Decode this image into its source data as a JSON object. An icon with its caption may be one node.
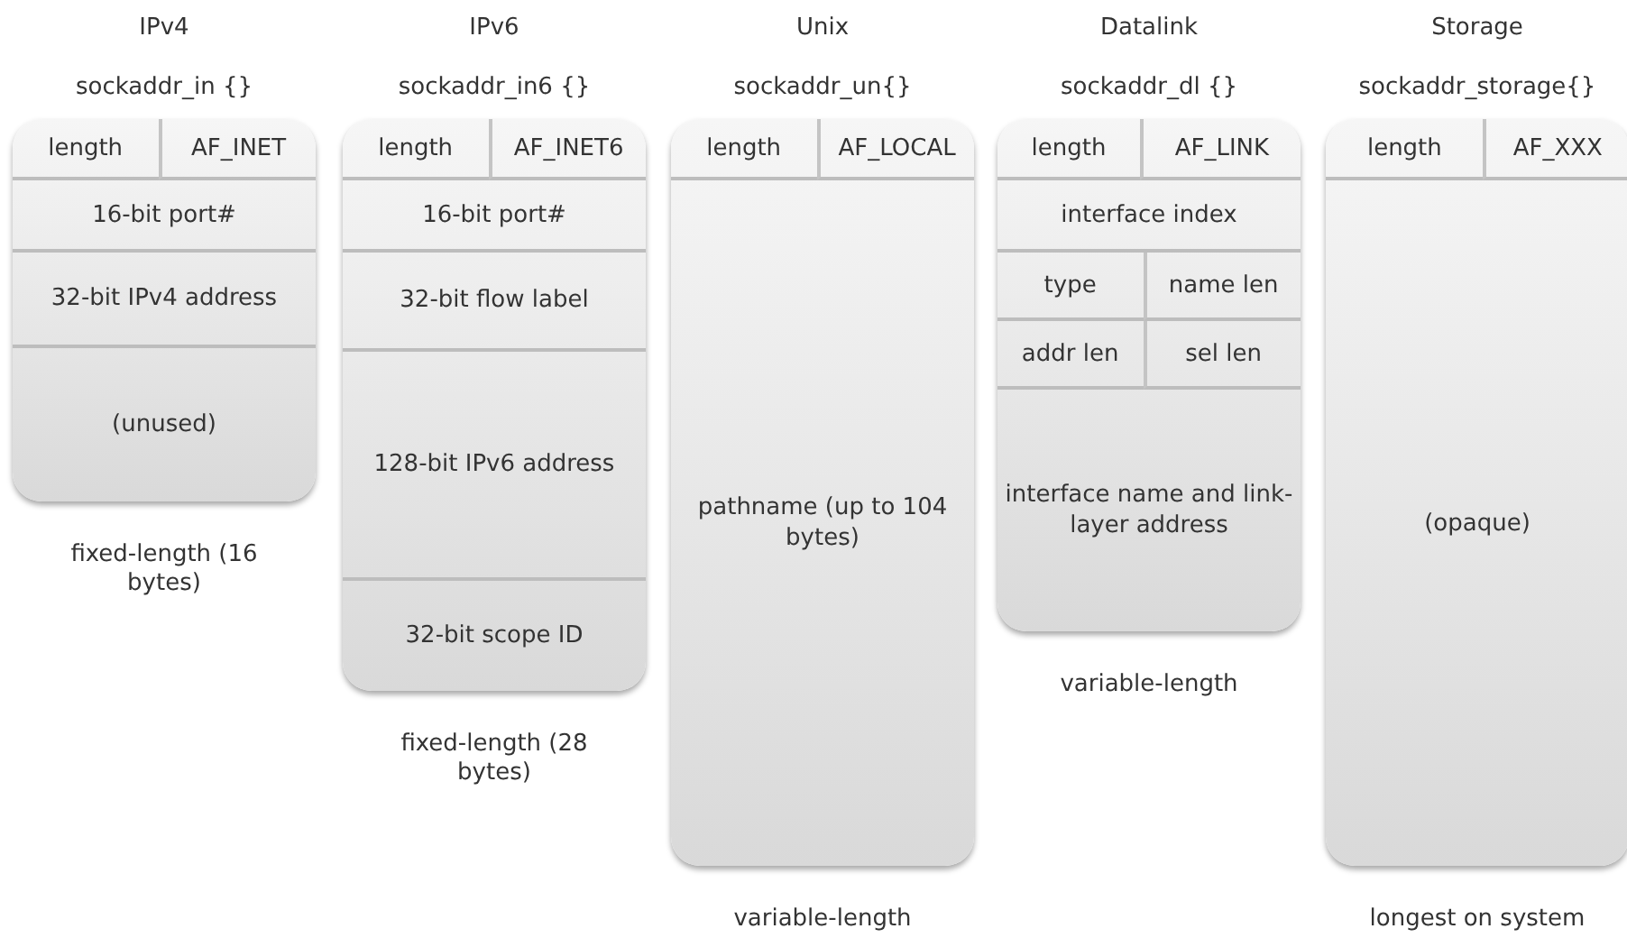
{
  "diagram": {
    "nodes": [
      {
        "text": [
          "sockaddr_in {}"
        ],
        "beside": [
          "fixed-length (16 bytes)"
        ]
      },
      {
        "text": [
          "length"
        ],
        "in": 0
      },
      {
        "text": [
          "AF_INET"
        ],
        "in": 0
      },
      {
        "text": [
          "16-bit port#"
        ],
        "in": 0
      },
      {
        "text": [
          "32-bit IPv4 address"
        ],
        "in": 0
      },
      {
        "text": [
          "(unused)"
        ],
        "in": 0
      },
      {
        "text": [
          "sockaddr_in6 {}"
        ],
        "beside": [
          "fixed-length (28 bytes)"
        ]
      },
      {
        "text": [
          "length"
        ],
        "in": 6
      },
      {
        "text": [
          "AF_INET6"
        ],
        "in": 6
      },
      {
        "text": [
          "16-bit port#"
        ],
        "in": 6
      },
      {
        "text": [
          "32-bit flow label"
        ],
        "in": 6
      },
      {
        "text": [
          "128-bit IPv6 address"
        ],
        "in": 6
      },
      {
        "text": [
          "32-bit scope ID"
        ],
        "in": 6
      },
      {
        "text": [
          "sockaddr_un{}"
        ],
        "beside": [
          "variable-length"
        ]
      },
      {
        "text": [
          "length"
        ],
        "in": 13
      },
      {
        "text": [
          "AF_LOCAL"
        ],
        "in": 13
      },
      {
        "text": [
          "pathname (up to 104 bytes)"
        ],
        "in": 13
      },
      {
        "text": [
          "sockaddr_dl {}"
        ],
        "beside": [
          "variable-length"
        ]
      },
      {
        "text": [
          "length"
        ],
        "in": 17
      },
      {
        "text": [
          "AF_LINK"
        ],
        "in": 17
      },
      {
        "text": [
          "interface index"
        ],
        "in": 17
      },
      {
        "text": [
          "type"
        ],
        "in": 17
      },
      {
        "text": [
          "name len"
        ],
        "in": 17
      },
      {
        "text": [
          "addr len"
        ],
        "in": 17
      },
      {
        "text": [
          "sel len"
        ],
        "in": 17
      },
      {
        "text": [
          "interface name and link-layer address"
        ],
        "in": 17
      },
      {
        "text": [
          "sockaddr_storage{}"
        ],
        "beside": [
          "longest on system"
        ]
      },
      {
        "text": [
          "length"
        ],
        "in": 26
      },
      {
        "text": [
          "AF_XXX"
        ],
        "in": 26
      },
      {
        "text": [
          "(opaque)"
        ],
        "in": 26
      }
    ],
    "labels": [
      "IPv4",
      "IPv6",
      "Unix",
      "Datalink",
      "Storage"
    ]
  }
}
